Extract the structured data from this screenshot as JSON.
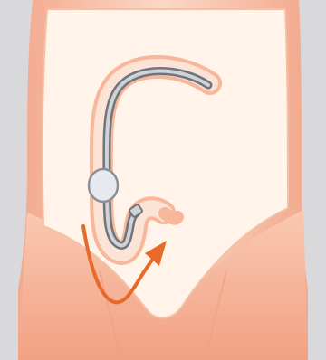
{
  "figure": {
    "colors": {
      "background": "#d9d9dc",
      "skin_light": "#fff3ea",
      "skin_outline": "#f2c1a6",
      "skin_shade": "#f4a78a",
      "colon_outer": "#f7b79a",
      "colon_inner": "#fbe4d6",
      "scope": "#9aa0a6",
      "scope_core": "#cfd3d7",
      "balloon": "#e6eaee",
      "arrow": "#e86a2a"
    },
    "elements": [
      "abdomen",
      "colon-segment",
      "endoscope",
      "balloon",
      "endoscope-tip",
      "direction-arrow"
    ]
  }
}
